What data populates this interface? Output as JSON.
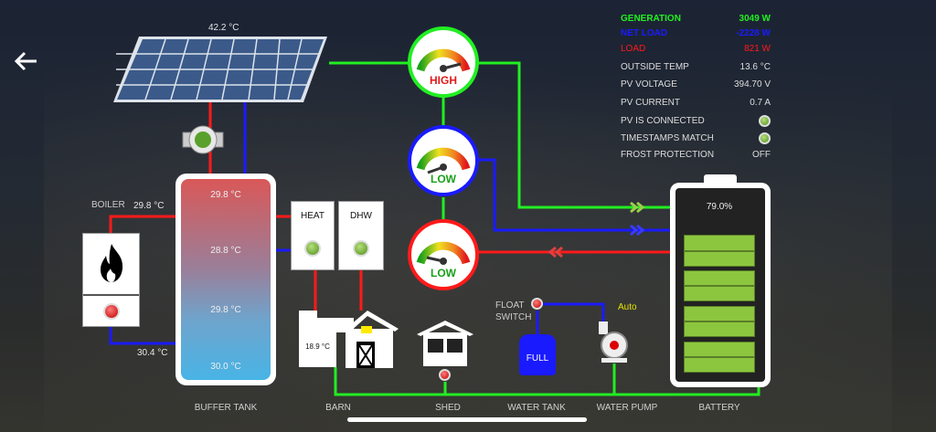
{
  "nav": {
    "back_icon": "arrow-left-icon"
  },
  "solar": {
    "temp": "42.2 °C"
  },
  "boiler": {
    "label": "BOILER",
    "flow_temp": "29.8 °C",
    "return_temp": "30.4 °C",
    "status": "red"
  },
  "buffer_tank": {
    "label": "BUFFER TANK",
    "temps": [
      "29.8 °C",
      "28.8 °C",
      "29.8 °C",
      "30.0 °C"
    ]
  },
  "heat": {
    "label": "HEAT",
    "status": "green"
  },
  "dhw": {
    "label": "DHW",
    "status": "green"
  },
  "barn": {
    "label": "BARN",
    "temp": "18.9 °C"
  },
  "shed": {
    "label": "SHED",
    "status": "red"
  },
  "water_tank": {
    "label": "WATER TANK",
    "level": "FULL",
    "float_label_1": "FLOAT",
    "float_label_2": "SWITCH"
  },
  "water_pump": {
    "label": "WATER PUMP",
    "mode": "Auto"
  },
  "battery": {
    "label": "BATTERY",
    "percent": "79.0%",
    "charge_fraction": 0.79
  },
  "gauges": [
    {
      "state": "HIGH",
      "color": "#22dd22"
    },
    {
      "state": "LOW",
      "color": "#1a1aff"
    },
    {
      "state": "LOW",
      "color": "#ff1a1a"
    }
  ],
  "stats": {
    "generation": {
      "label": "GENERATION",
      "value": "3049 W",
      "color": "#22ee22"
    },
    "net_load": {
      "label": "NET LOAD",
      "value": "-2228 W",
      "color": "#1a1aff"
    },
    "load": {
      "label": "LOAD",
      "value": "821 W",
      "color": "#ff1a1a"
    },
    "outside_temp": {
      "label": "OUTSIDE TEMP",
      "value": "13.6 °C"
    },
    "pv_voltage": {
      "label": "PV VOLTAGE",
      "value": "394.70 V"
    },
    "pv_current": {
      "label": "PV CURRENT",
      "value": "0.7 A"
    },
    "pv_connected": {
      "label": "PV IS CONNECTED",
      "status": "green"
    },
    "timestamps_match": {
      "label": "TIMESTAMPS MATCH",
      "status": "green"
    },
    "frost_protection": {
      "label": "FROST PROTECTION",
      "value": "OFF"
    }
  }
}
